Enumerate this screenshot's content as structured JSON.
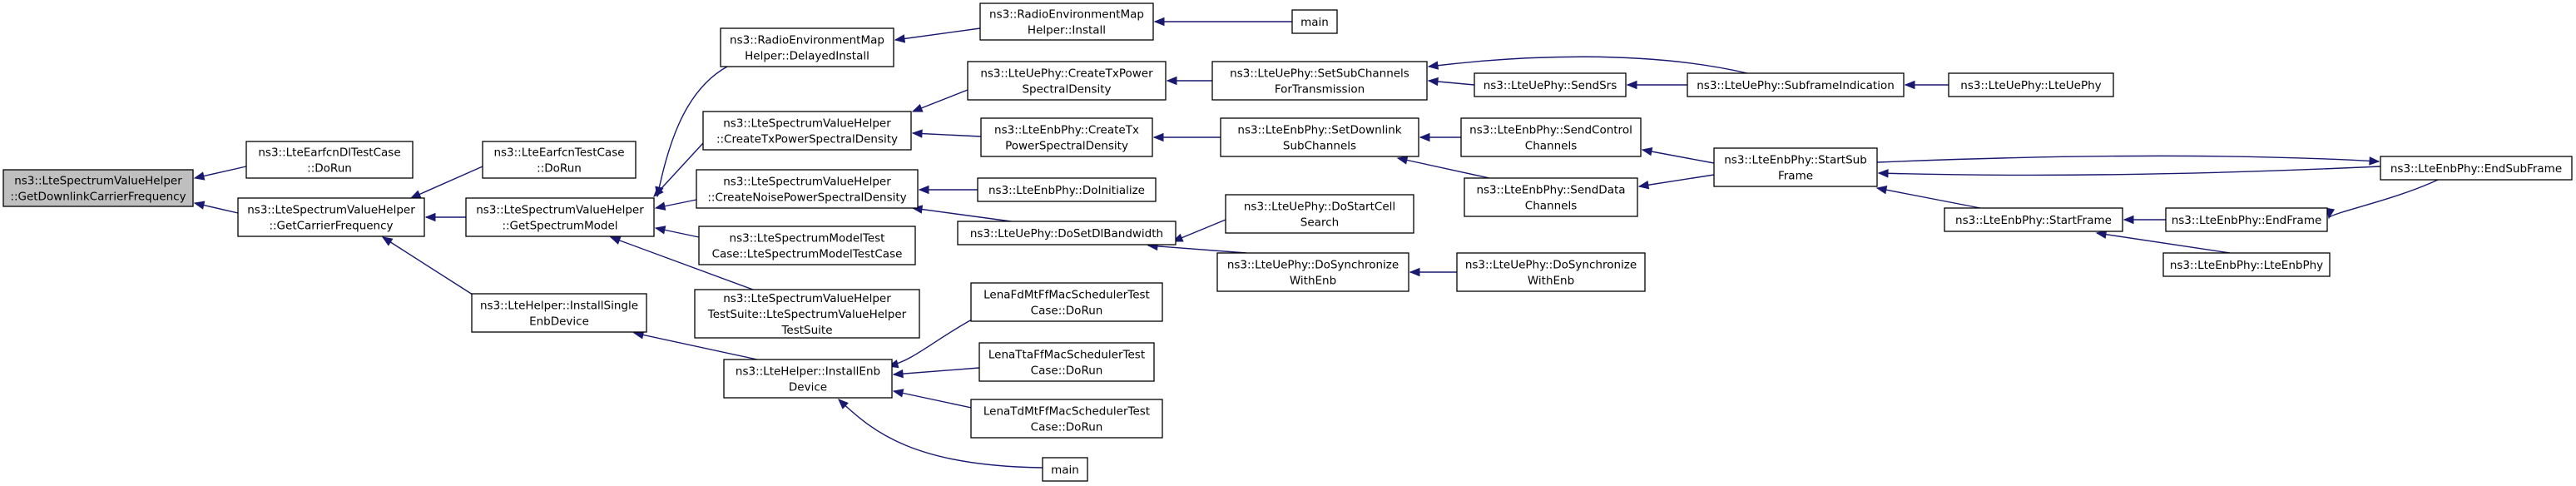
{
  "nodes": [
    {
      "id": "n0",
      "lines": [
        "ns3::LteSpectrumValueHelper",
        "::GetDownlinkCarrierFrequency"
      ],
      "root": true
    },
    {
      "id": "n1",
      "lines": [
        "ns3::LteEarfcnDlTestCase",
        "::DoRun"
      ]
    },
    {
      "id": "n2",
      "lines": [
        "ns3::LteSpectrumValueHelper",
        "::GetCarrierFrequency"
      ]
    },
    {
      "id": "n3",
      "lines": [
        "ns3::LteEarfcnTestCase",
        "::DoRun"
      ]
    },
    {
      "id": "n4",
      "lines": [
        "ns3::LteSpectrumValueHelper",
        "::GetSpectrumModel"
      ]
    },
    {
      "id": "n5",
      "lines": [
        "ns3::LteHelper::InstallSingle",
        "EnbDevice"
      ]
    },
    {
      "id": "n6",
      "lines": [
        "ns3::RadioEnvironmentMap",
        "Helper::DelayedInstall"
      ]
    },
    {
      "id": "n7",
      "lines": [
        "ns3::LteSpectrumValueHelper",
        "::CreateTxPowerSpectralDensity"
      ]
    },
    {
      "id": "n8",
      "lines": [
        "ns3::LteSpectrumValueHelper",
        "::CreateNoisePowerSpectralDensity"
      ]
    },
    {
      "id": "n9",
      "lines": [
        "ns3::LteSpectrumModelTest",
        "Case::LteSpectrumModelTestCase"
      ]
    },
    {
      "id": "n10",
      "lines": [
        "ns3::LteSpectrumValueHelper",
        "TestSuite::LteSpectrumValueHelper",
        "TestSuite"
      ]
    },
    {
      "id": "n11",
      "lines": [
        "ns3::LteHelper::InstallEnb",
        "Device"
      ]
    },
    {
      "id": "n12",
      "lines": [
        "ns3::RadioEnvironmentMap",
        "Helper::Install"
      ]
    },
    {
      "id": "n13",
      "lines": [
        "main"
      ]
    },
    {
      "id": "n14",
      "lines": [
        "ns3::LteUePhy::CreateTxPower",
        "SpectralDensity"
      ]
    },
    {
      "id": "n15",
      "lines": [
        "ns3::LteEnbPhy::CreateTx",
        "PowerSpectralDensity"
      ]
    },
    {
      "id": "n16",
      "lines": [
        "ns3::LteEnbPhy::DoInitialize"
      ]
    },
    {
      "id": "n17",
      "lines": [
        "ns3::LteUePhy::DoSetDlBandwidth"
      ]
    },
    {
      "id": "n18",
      "lines": [
        "LenaFdMtFfMacSchedulerTest",
        "Case::DoRun"
      ]
    },
    {
      "id": "n19",
      "lines": [
        "LenaTtaFfMacSchedulerTest",
        "Case::DoRun"
      ]
    },
    {
      "id": "n20",
      "lines": [
        "LenaTdMtFfMacSchedulerTest",
        "Case::DoRun"
      ]
    },
    {
      "id": "n21",
      "lines": [
        "main"
      ]
    },
    {
      "id": "n22",
      "lines": [
        "ns3::LteUePhy::SetSubChannels",
        "ForTransmission"
      ]
    },
    {
      "id": "n23",
      "lines": [
        "ns3::LteEnbPhy::SetDownlink",
        "SubChannels"
      ]
    },
    {
      "id": "n24",
      "lines": [
        "ns3::LteUePhy::DoStartCell",
        "Search"
      ]
    },
    {
      "id": "n25",
      "lines": [
        "ns3::LteUePhy::DoSynchronize",
        "WithEnb"
      ]
    },
    {
      "id": "n26",
      "lines": [
        "ns3::LteUePhy::SendSrs"
      ]
    },
    {
      "id": "n27",
      "lines": [
        "ns3::LteUePhy::SubframeIndication"
      ]
    },
    {
      "id": "n28",
      "lines": [
        "ns3::LteUePhy::LteUePhy"
      ]
    },
    {
      "id": "n29",
      "lines": [
        "ns3::LteEnbPhy::SendControl",
        "Channels"
      ]
    },
    {
      "id": "n30",
      "lines": [
        "ns3::LteEnbPhy::SendData",
        "Channels"
      ]
    },
    {
      "id": "n31",
      "lines": [
        "ns3::LteUePhy::DoSynchronize",
        "WithEnb"
      ]
    },
    {
      "id": "n32",
      "lines": [
        "ns3::LteEnbPhy::StartSub",
        "Frame"
      ]
    },
    {
      "id": "n33",
      "lines": [
        "ns3::LteEnbPhy::StartFrame"
      ]
    },
    {
      "id": "n34",
      "lines": [
        "ns3::LteEnbPhy::EndSubFrame"
      ]
    },
    {
      "id": "n35",
      "lines": [
        "ns3::LteEnbPhy::EndFrame"
      ]
    },
    {
      "id": "n36",
      "lines": [
        "ns3::LteEnbPhy::LteEnbPhy"
      ]
    }
  ],
  "edges": [
    {
      "from": "n1",
      "to": "n0"
    },
    {
      "from": "n2",
      "to": "n0"
    },
    {
      "from": "n3",
      "to": "n2"
    },
    {
      "from": "n4",
      "to": "n2"
    },
    {
      "from": "n5",
      "to": "n2"
    },
    {
      "from": "n6",
      "to": "n4"
    },
    {
      "from": "n7",
      "to": "n4"
    },
    {
      "from": "n8",
      "to": "n4"
    },
    {
      "from": "n9",
      "to": "n4"
    },
    {
      "from": "n10",
      "to": "n4"
    },
    {
      "from": "n11",
      "to": "n5"
    },
    {
      "from": "n12",
      "to": "n6"
    },
    {
      "from": "n13",
      "to": "n12"
    },
    {
      "from": "n14",
      "to": "n7"
    },
    {
      "from": "n15",
      "to": "n7"
    },
    {
      "from": "n16",
      "to": "n8"
    },
    {
      "from": "n17",
      "to": "n8"
    },
    {
      "from": "n18",
      "to": "n11"
    },
    {
      "from": "n19",
      "to": "n11"
    },
    {
      "from": "n20",
      "to": "n11"
    },
    {
      "from": "n21",
      "to": "n11"
    },
    {
      "from": "n22",
      "to": "n14"
    },
    {
      "from": "n23",
      "to": "n15"
    },
    {
      "from": "n24",
      "to": "n17"
    },
    {
      "from": "n25",
      "to": "n17"
    },
    {
      "from": "n26",
      "to": "n22"
    },
    {
      "from": "n27",
      "to": "n22"
    },
    {
      "from": "n27",
      "to": "n26"
    },
    {
      "from": "n28",
      "to": "n27"
    },
    {
      "from": "n29",
      "to": "n23"
    },
    {
      "from": "n30",
      "to": "n23"
    },
    {
      "from": "n31",
      "to": "n25"
    },
    {
      "from": "n32",
      "to": "n29"
    },
    {
      "from": "n32",
      "to": "n30"
    },
    {
      "from": "n33",
      "to": "n32"
    },
    {
      "from": "n34",
      "to": "n32"
    },
    {
      "from": "n32",
      "to": "n34"
    },
    {
      "from": "n35",
      "to": "n33"
    },
    {
      "from": "n36",
      "to": "n33"
    },
    {
      "from": "n34",
      "to": "n35"
    }
  ]
}
